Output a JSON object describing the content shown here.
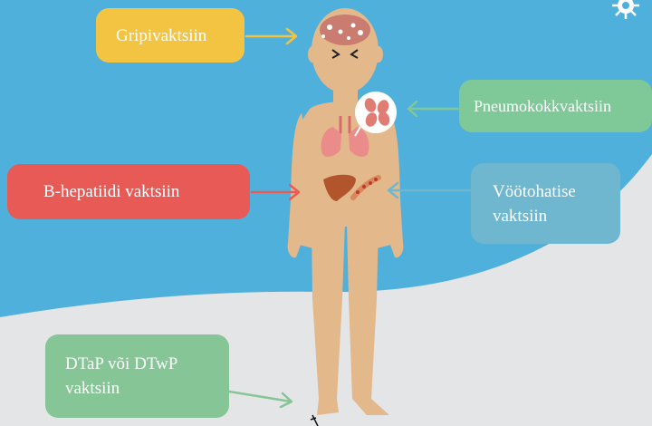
{
  "labels": {
    "flu": "Gripivaktsiin",
    "pneumococcal": "Pneumokokkvaktsiin",
    "hepatitis_b": "B-hepatiidi vaktsiin",
    "shingles": "Vöötohatise\nvaktsiin",
    "dtap": "DTaP või DTwP\nvaktsiin"
  },
  "colors": {
    "sky": "#4fb0dc",
    "ground": "#e4e5e7",
    "skin": "#e3b98c",
    "flu": "#f3c441",
    "pneumococcal": "#7ec997",
    "hepatitis_b": "#e85a55",
    "shingles": "#6fb7cf",
    "dtap": "#86c596"
  },
  "icons": [
    "virus-icon",
    "sick-face-icon",
    "lungs-icon",
    "liver-icon",
    "bacteria-icon",
    "nerve-rash-icon"
  ]
}
